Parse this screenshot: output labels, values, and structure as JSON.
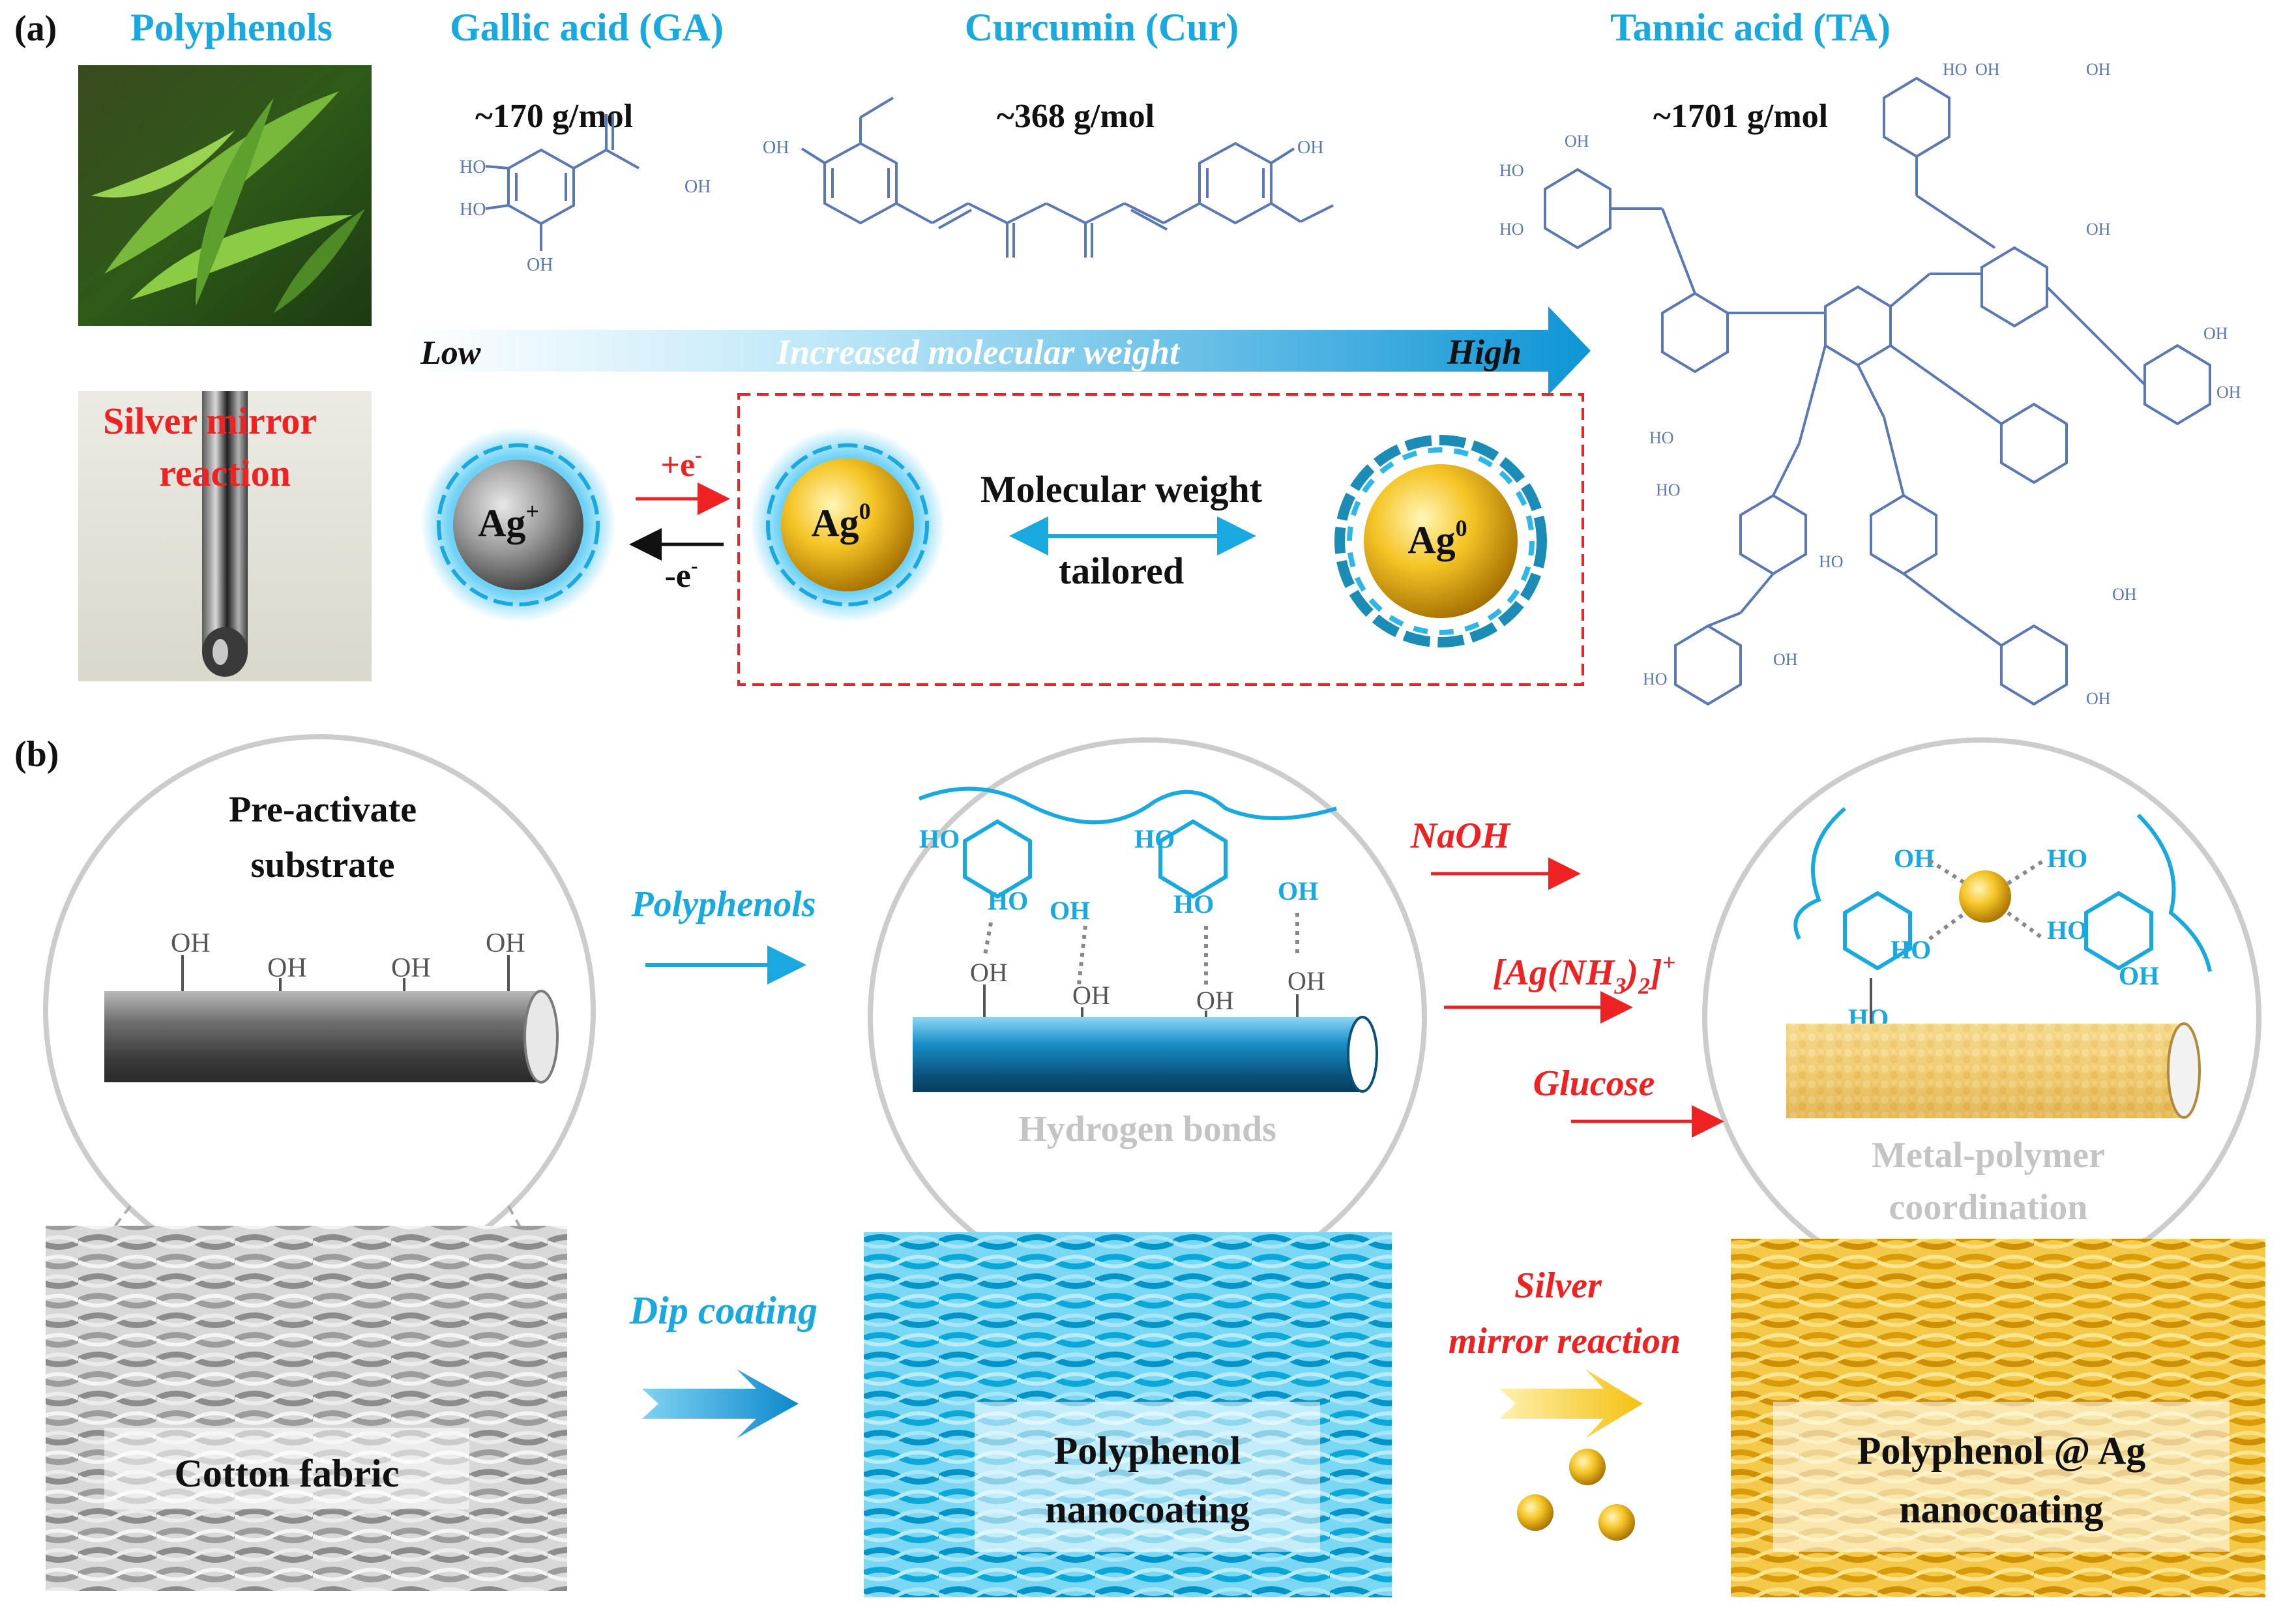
{
  "panel_a": {
    "label": "(a)",
    "polyphenols_label": "Polyphenols",
    "silver_mirror_label_line1": "Silver mirror",
    "silver_mirror_label_line2": "reaction",
    "ga": {
      "name": "Gallic acid (GA)",
      "mw": "~170 g/mol"
    },
    "cur": {
      "name": "Curcumin (Cur)",
      "mw": "~368 g/mol"
    },
    "ta": {
      "name": "Tannic acid (TA)",
      "mw": "~1701 g/mol"
    },
    "arrow": {
      "low": "Low",
      "middle": "Increased molecular weight",
      "high": "High"
    },
    "ag_plus": "Ag",
    "ag_plus_sup": "+",
    "ag0": "Ag",
    "ag0_sup": "0",
    "plus_e": "+e",
    "minus_e": "-e",
    "e_sup": "-",
    "mw_tailored_line1": "Molecular weight",
    "mw_tailored_line2": "tailored",
    "oh": "OH",
    "ho": "HO",
    "colors": {
      "cyan": "#18a9e0",
      "red": "#ee2222",
      "gold": "#f2b51a",
      "struct": "#5a78b4"
    }
  },
  "panel_b": {
    "label": "(b)",
    "pre_activate_line1": "Pre-activate",
    "pre_activate_line2": "substrate",
    "polyphenols_arrow": "Polyphenols",
    "hydrogen_bonds": "Hydrogen bonds",
    "naoh": "NaOH",
    "ag_complex_main": "[Ag(NH",
    "ag_complex_sub3": "3",
    "ag_complex_close": ")",
    "ag_complex_sub2": "2",
    "ag_complex_end": "]",
    "ag_complex_sup": "+",
    "glucose": "Glucose",
    "metal_polymer_line1": "Metal-polymer",
    "metal_polymer_line2": "coordination",
    "dip_coating": "Dip coating",
    "silver_line1": "Silver",
    "silver_line2": "mirror reaction",
    "cotton_fabric": "Cotton fabric",
    "polyphenol_line1": "Polyphenol",
    "polyphenol_line2": "nanocoating",
    "polyphenol_ag_line1": "Polyphenol @ Ag",
    "polyphenol_ag_line2": "nanocoating"
  }
}
